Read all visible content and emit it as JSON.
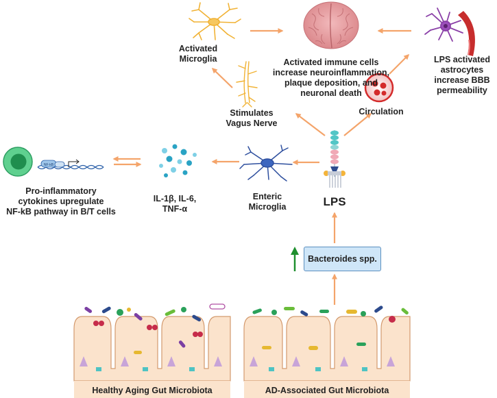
{
  "labels": {
    "activated_microglia": [
      "Activated",
      "Microglia"
    ],
    "brain_effects": [
      "Activated immune cells",
      "increase neuroinflammation,",
      "plaque deposition, and",
      "neuronal death"
    ],
    "lps_astrocytes": [
      "LPS activated",
      "astrocytes",
      "increase BBB",
      "permeability"
    ],
    "vagus": [
      "Stimulates",
      "Vagus Nerve"
    ],
    "circulation": "Circulation",
    "b_t_cells": [
      "Pro-inflammatory",
      "cytokines upregulate",
      "NF-kB pathway in B/T cells"
    ],
    "cytokines": [
      "IL-1β, IL-6,",
      "TNF-α"
    ],
    "enteric": [
      "Enteric",
      "Microglia"
    ],
    "lps": "LPS",
    "bacteroides": "Bacteroides spp.",
    "nfkb_tag": "NF-kB",
    "healthy_gut": "Healthy Aging Gut Microbiota",
    "ad_gut": "AD-Associated Gut Microbiota"
  },
  "colors": {
    "arrow": "#f4a46a",
    "up_arrow": "#1e8f2e",
    "gut_fill": "#fbe3cc",
    "gut_outline": "#d39a6e",
    "bacteroides_box": "#cfe6f8",
    "neuron_yellow": "#f1b234",
    "neuron_blue": "#2e4f9e",
    "brain": "#e9a0a4",
    "blood": "#d42b2b",
    "b_cell": "#3ec07a"
  },
  "icons": [
    "activated-microglia-icon",
    "brain-icon",
    "astrocyte-icon",
    "vagus-nerve-icon",
    "blood-vessel-icon",
    "lps-molecule-icon",
    "enteric-microglia-icon",
    "cytokine-dots-icon",
    "b-cell-icon",
    "dna-icon"
  ]
}
